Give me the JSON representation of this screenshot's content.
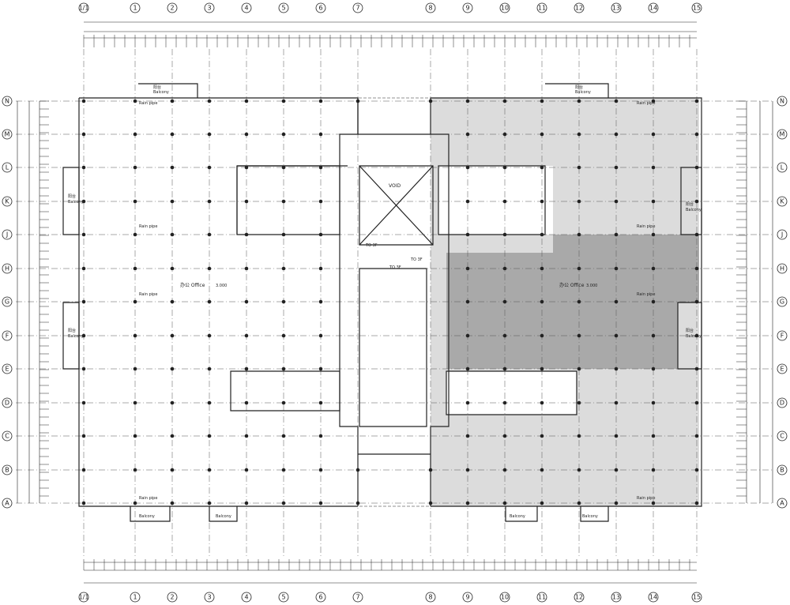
{
  "column_axes": [
    "1/1",
    "1",
    "2",
    "3",
    "4",
    "5",
    "6",
    "7",
    "8",
    "9",
    "10",
    "11",
    "12",
    "13",
    "14",
    "15"
  ],
  "row_axes": [
    "N",
    "M",
    "L",
    "K",
    "J",
    "H",
    "G",
    "F",
    "E",
    "D",
    "C",
    "B",
    "A"
  ],
  "labels": {
    "office": "办公 Office",
    "elevation": "3.000",
    "void": "VOID",
    "to3f": "TO 3F",
    "balcony_cn": "阳台",
    "balcony_en": "Balcony",
    "rain_pipe": "Rain pipe"
  },
  "colors": {
    "line": "#222222",
    "light_shade": "#dcdcdc",
    "dark_shade": "#a9a9a9"
  }
}
